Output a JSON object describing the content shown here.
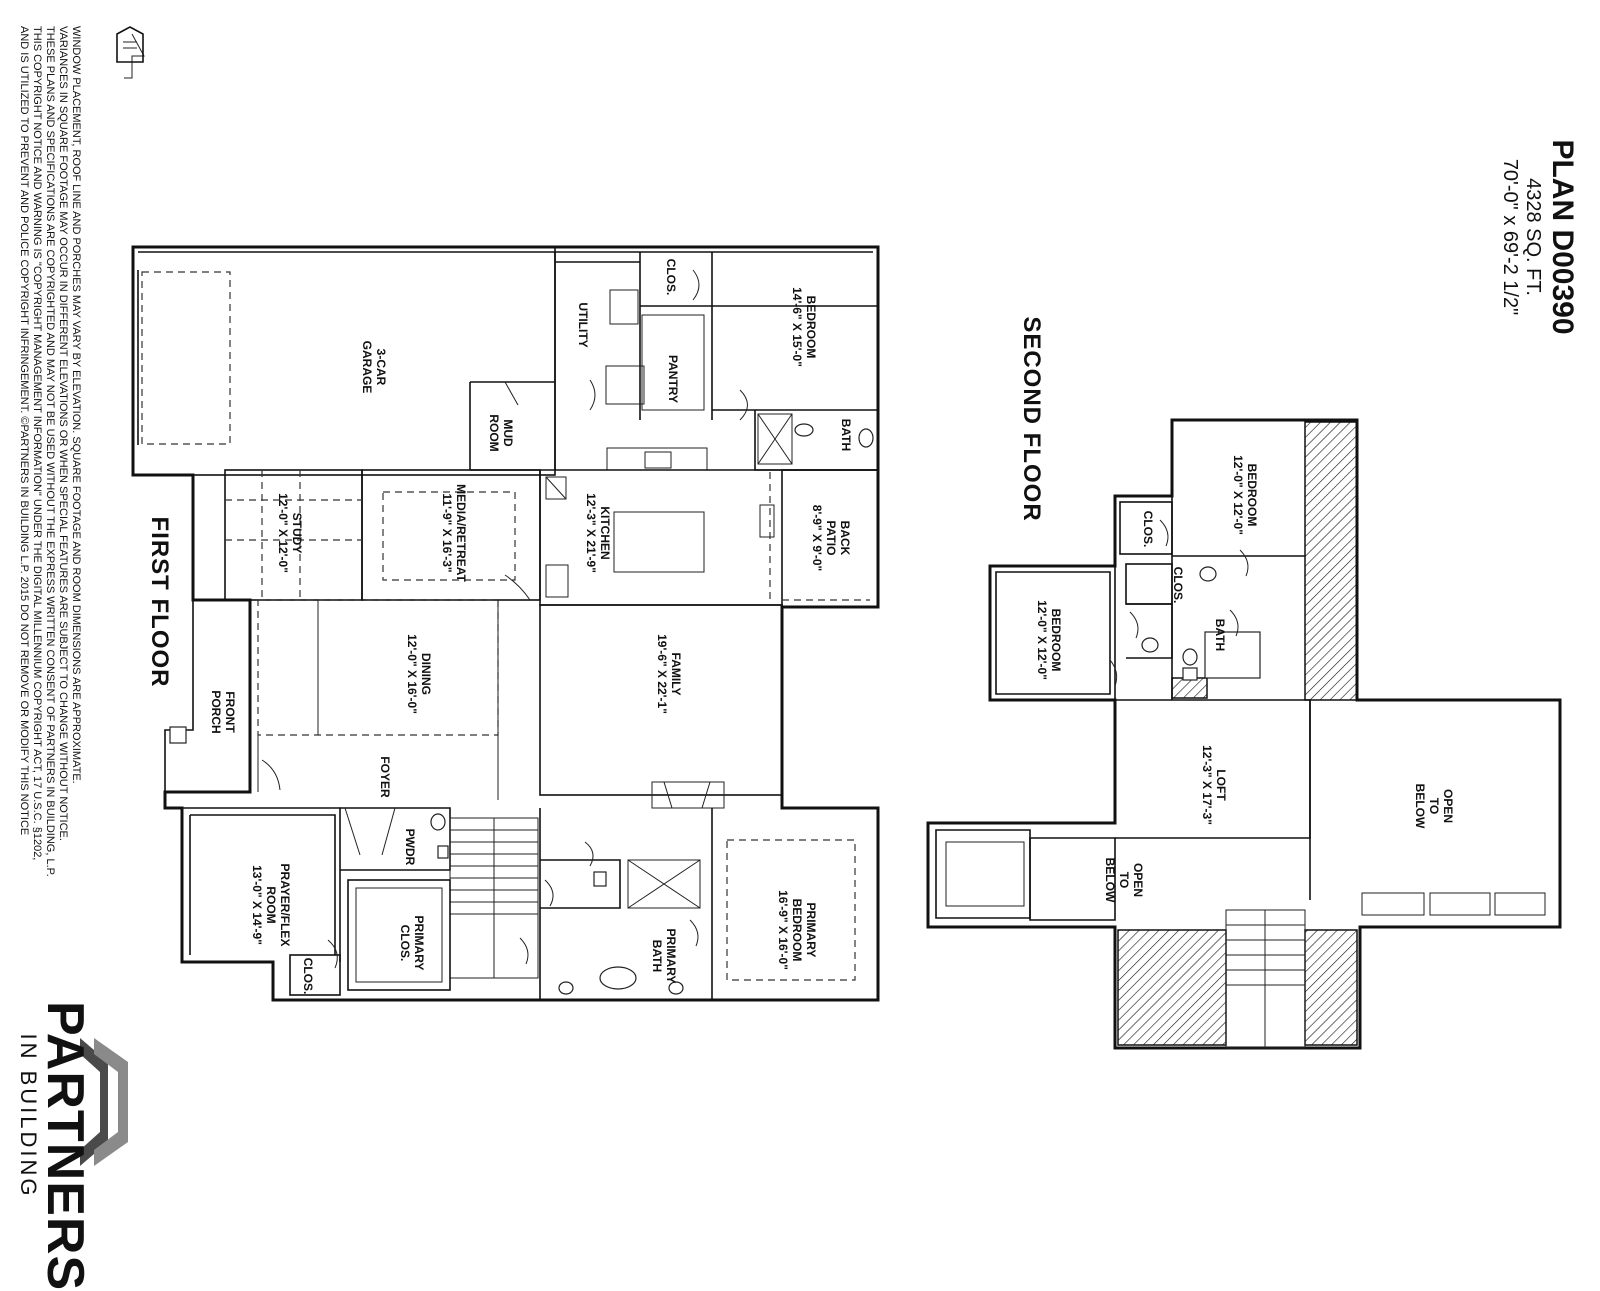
{
  "plan": {
    "title": "PLAN D00390",
    "sqft": "4328 SQ. FT.",
    "dimensions": "70'-0\" x 69'-2 1/2\""
  },
  "floors": {
    "first": "FIRST FLOOR",
    "second": "SECOND FLOOR"
  },
  "rooms": {
    "garage": [
      "3-CAR",
      "GARAGE"
    ],
    "utility": [
      "UTILITY"
    ],
    "clos_top": [
      "CLOS."
    ],
    "bedroom_first": [
      "BEDROOM",
      "14'-6\" X 15'-0\""
    ],
    "pantry": [
      "PANTRY"
    ],
    "mud_room": [
      "MUD",
      "ROOM"
    ],
    "bath_first": [
      "BATH"
    ],
    "back_patio": [
      "BACK",
      "PATIO",
      "8'-9\" X 9'-0\""
    ],
    "kitchen": [
      "KITCHEN",
      "12'-3\" X 21'-9\""
    ],
    "media": [
      "MEDIA/RETREAT",
      "11'-9\" X 16'-3\""
    ],
    "study": [
      "STUDY",
      "12'-0\" X 12'-0\""
    ],
    "dining": [
      "DINING",
      "12'-0\" X 16'-0\""
    ],
    "family": [
      "FAMILY",
      "19'-6\" X 22'-1\""
    ],
    "front_porch": [
      "FRONT",
      "PORCH"
    ],
    "foyer": [
      "FOYER"
    ],
    "pwdr": [
      "PWDR"
    ],
    "prayer": [
      "PRAYER/FLEX",
      "ROOM",
      "13'-0\" X 14'-9\""
    ],
    "primary_clos": [
      "PRIMARY",
      "CLOS."
    ],
    "clos_bottom": [
      "CLOS."
    ],
    "primary_bath": [
      "PRIMARY",
      "BATH"
    ],
    "primary_bedroom": [
      "PRIMARY",
      "BEDROOM",
      "16'-9\" X 16'-0\""
    ],
    "bedroom_2a": [
      "BEDROOM",
      "12'-0\" X 12'-0\""
    ],
    "bedroom_2b": [
      "BEDROOM",
      "12'-0\" X 12'-0\""
    ],
    "clos_2a": [
      "CLOS."
    ],
    "clos_2b": [
      "CLOS."
    ],
    "bath_second": [
      "BATH"
    ],
    "loft": [
      "LOFT",
      "12'-3\" X 17'-3\""
    ],
    "open_below_a": [
      "OPEN",
      "TO",
      "BELOW"
    ],
    "open_below_b": [
      "OPEN",
      "TO",
      "BELOW"
    ]
  },
  "notice": [
    "WINDOW PLACEMENT, ROOF LINE AND PORCHES MAY VARY BY ELEVATION. SQUARE FOOTAGE AND ROOM DIMENSIONS ARE APPROXIMATE.",
    "VARIANCES IN SQUARE FOOTAGE MAY OCCUR IN DIFFERENT ELEVATIONS OR WHEN SPECIAL FEATURES ARE SUBJECT TO CHANGE WITHOUT NOTICE.",
    "THESE PLANS AND SPECIFICATIONS ARE COPYRIGHTED AND MAY NOT BE USED WITHOUT THE EXPRESS WRITTEN CONSENT OF PARTNERS IN BUILDING, L.P.",
    "THIS COPYRIGHT NOTICE AND WARNING IS \"COPYRIGHT MANAGEMENT INFORMATION\" UNDER THE DIGITAL MILLENNIUM COPYRIGHT ACT, 17 U.S.C. §1202,",
    "AND IS UTILIZED TO PREVENT AND POLICE COPYRIGHT INFRINGEMENT. ©PARTNERS IN BUILDING L.P. 2015  DO NOT REMOVE OR MODIFY THIS NOTICE"
  ],
  "brand": {
    "name": "PARTNERS",
    "sub": "IN BUILDING"
  },
  "icons": [
    "equal-housing-icon",
    "partners-chevron-logo-icon"
  ]
}
